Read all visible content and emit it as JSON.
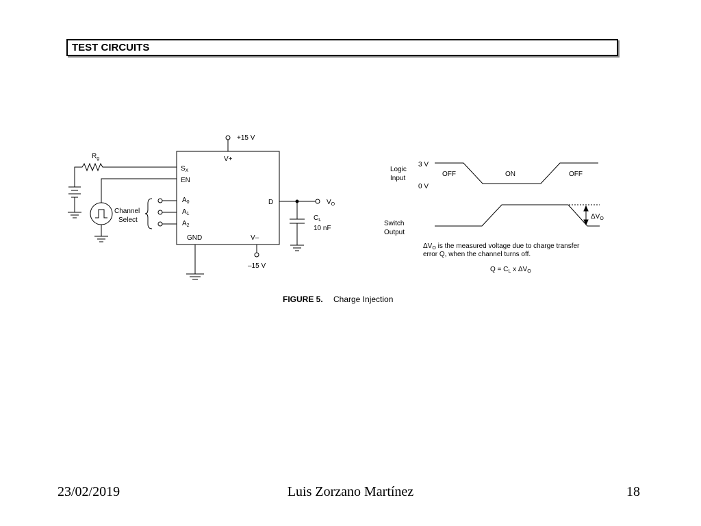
{
  "slide": {
    "header": "TEST CIRCUITS",
    "footer": {
      "date": "23/02/2019",
      "author": "Luis Zorzano Martínez",
      "page": "18"
    }
  },
  "circuit": {
    "supply_pos": "+15 V",
    "supply_neg": "–15 V",
    "chip_pins": {
      "vplus": "V+",
      "vminus": "V–",
      "gnd": "GND",
      "d": "D",
      "sx": "S",
      "sx_sub": "X",
      "en": "EN",
      "a0": "A",
      "a0_sub": "0",
      "a1": "A",
      "a1_sub": "1",
      "a2": "A",
      "a2_sub": "2"
    },
    "rg": "R",
    "rg_sub": "g",
    "channel_select_line1": "Channel",
    "channel_select_line2": "Select",
    "vo": "V",
    "vo_sub": "O",
    "cl": "C",
    "cl_sub": "L",
    "cl_value": "10 nF"
  },
  "waveform": {
    "logic_input_line1": "Logic",
    "logic_input_line2": "Input",
    "level_high": "3 V",
    "level_low": "0 V",
    "state_off_1": "OFF",
    "state_on": "ON",
    "state_off_2": "OFF",
    "switch_output_line1": "Switch",
    "switch_output_line2": "Output",
    "delta_vo": "ΔV",
    "delta_vo_sub": "O",
    "note_line1": "ΔV",
    "note_line1_sub": "O",
    "note_line1_rest": " is the measured voltage due to charge transfer",
    "note_line2": "error Q, when the channel turns off.",
    "eq_a": "Q = C",
    "eq_a_sub": "L",
    "eq_b": " x ΔV",
    "eq_b_sub": "O"
  },
  "figure": {
    "number": "FIGURE  5.",
    "title": "Charge Injection"
  }
}
